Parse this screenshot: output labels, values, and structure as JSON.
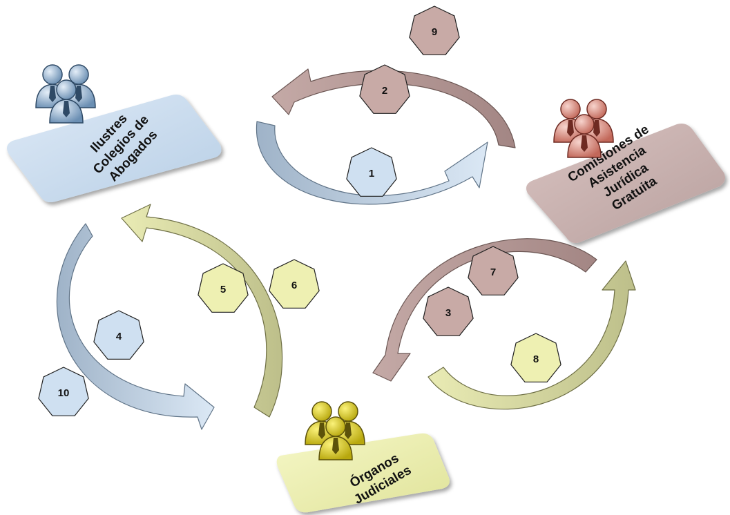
{
  "entities": {
    "colegios": {
      "lines": [
        "Ilustres",
        "Colegios de",
        "Abogados"
      ],
      "color": "#c9dbef",
      "icon": "people-icon-blue"
    },
    "comisiones": {
      "lines": [
        "Comisiones de",
        "Asistencia",
        "Jurídica",
        "Gratuita"
      ],
      "color": "#c8b0ae",
      "icon": "people-icon-red"
    },
    "organos": {
      "lines": [
        "Órganos",
        "Judiciales"
      ],
      "color": "#eef1b0",
      "icon": "people-icon-yellow"
    }
  },
  "steps": [
    {
      "label": "1",
      "color": "#cfe0f1"
    },
    {
      "label": "2",
      "color": "#c8aaa6"
    },
    {
      "label": "3",
      "color": "#c8aaa6"
    },
    {
      "label": "4",
      "color": "#cfe0f1"
    },
    {
      "label": "5",
      "color": "#eef0b2"
    },
    {
      "label": "6",
      "color": "#eef0b2"
    },
    {
      "label": "7",
      "color": "#c8aaa6"
    },
    {
      "label": "8",
      "color": "#eef0b2"
    },
    {
      "label": "9",
      "color": "#c8aaa6"
    },
    {
      "label": "10",
      "color": "#cfe0f1"
    }
  ]
}
